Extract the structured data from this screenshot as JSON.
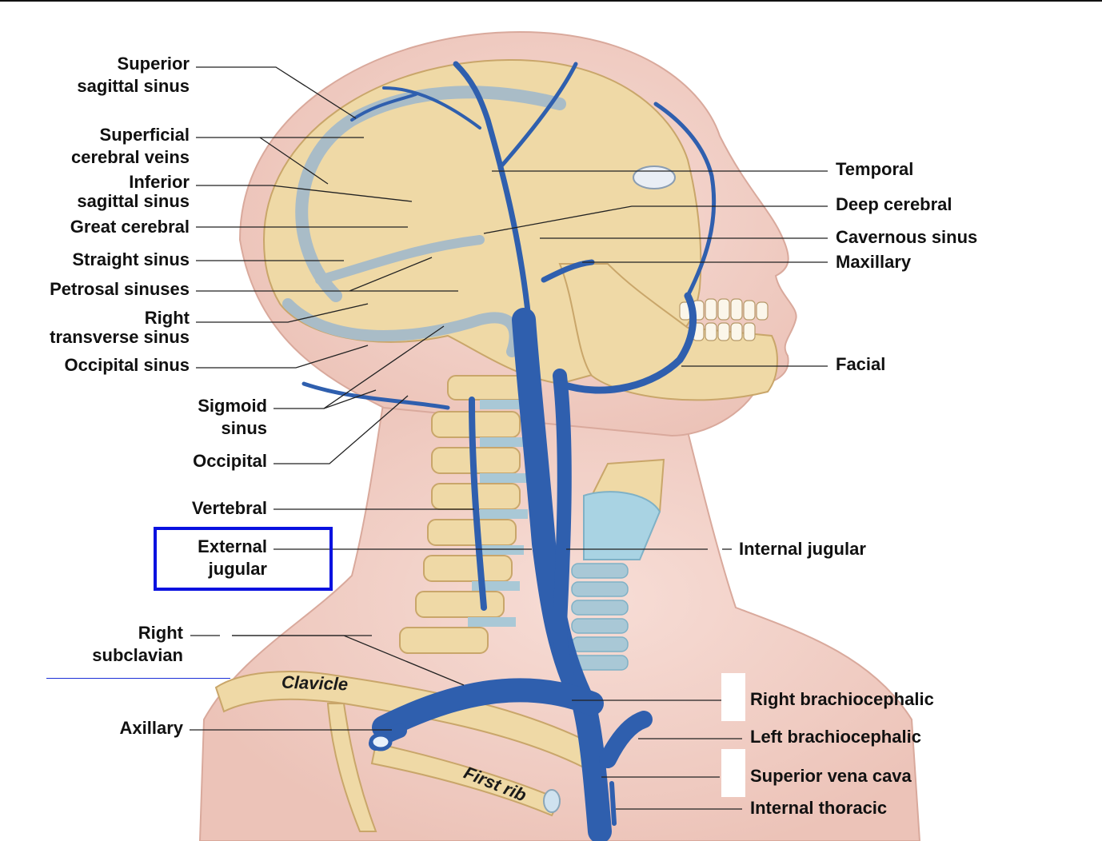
{
  "labels_left": [
    {
      "id": "superior-sagittal-sinus",
      "lines": [
        "Superior",
        "sagittal sinus"
      ]
    },
    {
      "id": "superficial-cerebral-veins",
      "lines": [
        "Superficial",
        "cerebral veins"
      ]
    },
    {
      "id": "inferior-sagittal-sinus",
      "lines": [
        "Inferior",
        "sagittal sinus"
      ]
    },
    {
      "id": "great-cerebral",
      "lines": [
        "Great cerebral"
      ]
    },
    {
      "id": "straight-sinus",
      "lines": [
        "Straight sinus"
      ]
    },
    {
      "id": "petrosal-sinuses",
      "lines": [
        "Petrosal sinuses"
      ]
    },
    {
      "id": "right-transverse-sinus",
      "lines": [
        "Right",
        "transverse sinus"
      ]
    },
    {
      "id": "occipital-sinus",
      "lines": [
        "Occipital sinus"
      ]
    },
    {
      "id": "sigmoid-sinus",
      "lines": [
        "Sigmoid",
        "sinus"
      ]
    },
    {
      "id": "occipital",
      "lines": [
        "Occipital"
      ]
    },
    {
      "id": "vertebral",
      "lines": [
        "Vertebral"
      ]
    },
    {
      "id": "external-jugular",
      "lines": [
        "External",
        "jugular"
      ]
    },
    {
      "id": "right-subclavian",
      "lines": [
        "Right",
        "subclavian"
      ]
    },
    {
      "id": "axillary",
      "lines": [
        "Axillary"
      ]
    }
  ],
  "labels_right": [
    {
      "id": "temporal",
      "lines": [
        "Temporal"
      ]
    },
    {
      "id": "deep-cerebral",
      "lines": [
        "Deep cerebral"
      ]
    },
    {
      "id": "cavernous-sinus",
      "lines": [
        "Cavernous sinus"
      ]
    },
    {
      "id": "maxillary",
      "lines": [
        "Maxillary"
      ]
    },
    {
      "id": "facial",
      "lines": [
        "Facial"
      ]
    },
    {
      "id": "internal-jugular",
      "lines": [
        "Internal jugular"
      ]
    },
    {
      "id": "right-brachiocephalic",
      "lines": [
        "Right brachiocephalic"
      ]
    },
    {
      "id": "left-brachiocephalic",
      "lines": [
        "Left brachiocephalic"
      ]
    },
    {
      "id": "superior-vena-cava",
      "lines": [
        "Superior vena cava"
      ]
    },
    {
      "id": "internal-thoracic",
      "lines": [
        "Internal thoracic"
      ]
    }
  ],
  "bone_labels": {
    "clavicle": "Clavicle",
    "first_rib": "First rib"
  },
  "colors": {
    "vein": "#2f5fae",
    "skin": "#f4d6cf",
    "bone": "#efd9a6",
    "sinus": "#a9bcc7",
    "highlight": "#0a12e0"
  }
}
